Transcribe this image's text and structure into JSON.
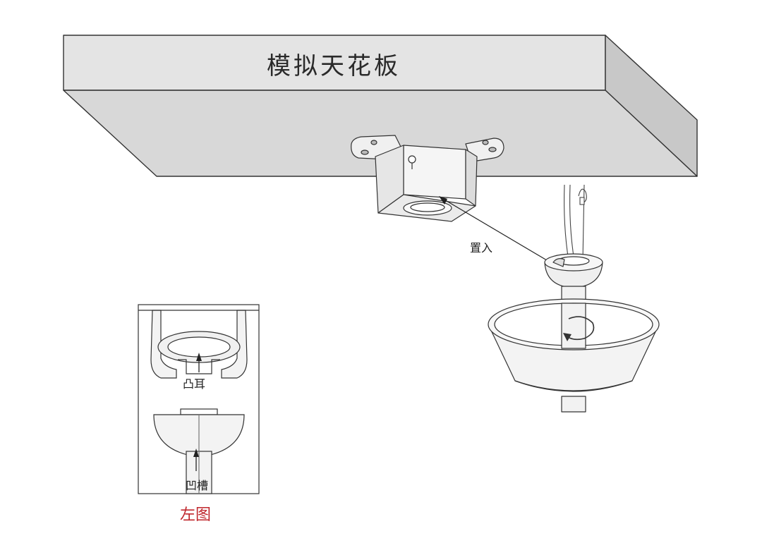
{
  "ceiling": {
    "title": "模拟天花板"
  },
  "main_figure": {
    "insert_label": "置入"
  },
  "inset": {
    "lug_label": "凸耳",
    "groove_label": "凹槽",
    "caption": "左图",
    "caption_color": "#c0272d"
  },
  "colors": {
    "outline": "#333333",
    "ceiling_top": "#e2e2e2",
    "ceiling_front": "#d6d6d6",
    "ceiling_side": "#c9c9c9",
    "metal": "#ececec"
  }
}
